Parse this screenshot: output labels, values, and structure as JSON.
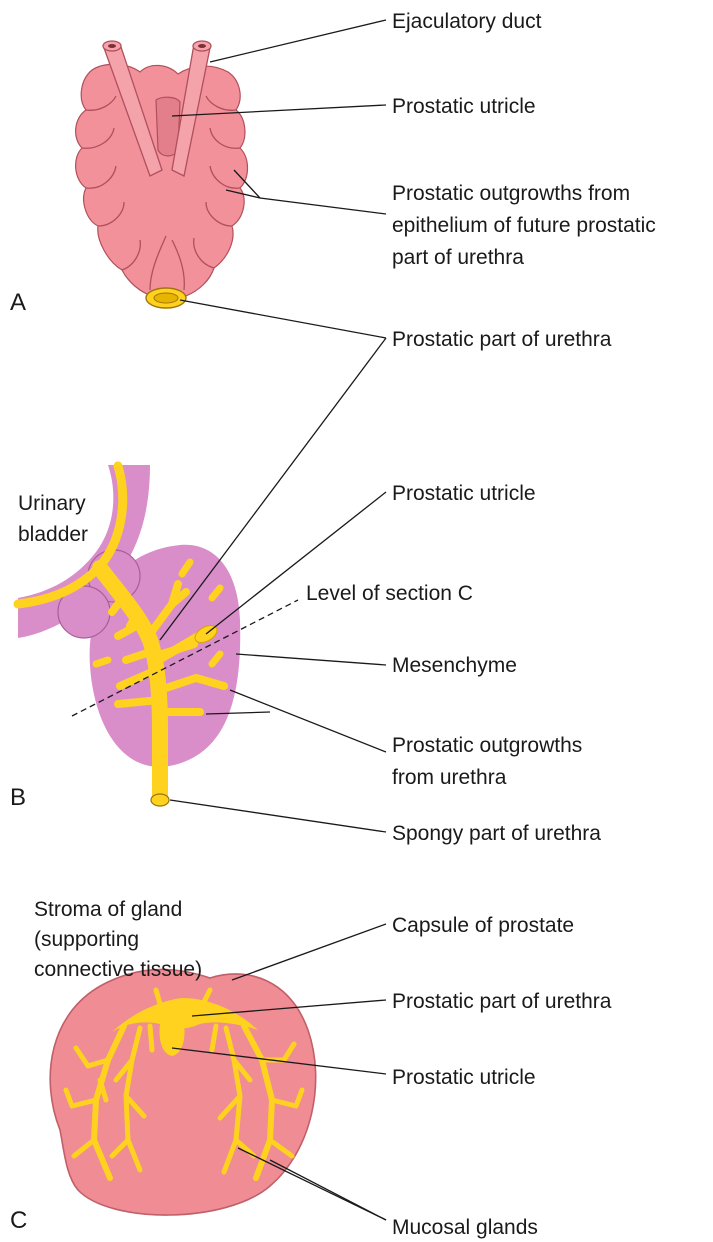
{
  "panels": {
    "a": {
      "letter": "A",
      "labels": {
        "ejaculatory_duct": "Ejaculatory duct",
        "prostatic_utricle": "Prostatic utricle",
        "outgrowths_line1": "Prostatic outgrowths from",
        "outgrowths_line2": "epithelium of future prostatic",
        "outgrowths_line3": "part of urethra",
        "prostatic_part_urethra": "Prostatic part of urethra"
      }
    },
    "b": {
      "letter": "B",
      "labels": {
        "urinary_bladder_line1": "Urinary",
        "urinary_bladder_line2": "bladder",
        "prostatic_utricle": "Prostatic utricle",
        "level_of_section": "Level of section C",
        "mesenchyme": "Mesenchyme",
        "outgrowths_line1": "Prostatic outgrowths",
        "outgrowths_line2": "from urethra",
        "spongy_part": "Spongy part of urethra"
      }
    },
    "c": {
      "letter": "C",
      "labels": {
        "stroma_line1": "Stroma of gland",
        "stroma_line2": "(supporting",
        "stroma_line3": "connective tissue)",
        "capsule": "Capsule of prostate",
        "prostatic_part_urethra": "Prostatic part of urethra",
        "prostatic_utricle": "Prostatic utricle",
        "mucosal_glands": "Mucosal glands"
      }
    }
  },
  "colors": {
    "tissue_pink": "#d98ec9",
    "lobe_pink": "#f2919a",
    "epithelium_yellow": "#ffd21f",
    "gland_pink": "#f08c93",
    "line": "#1a1a1a"
  }
}
